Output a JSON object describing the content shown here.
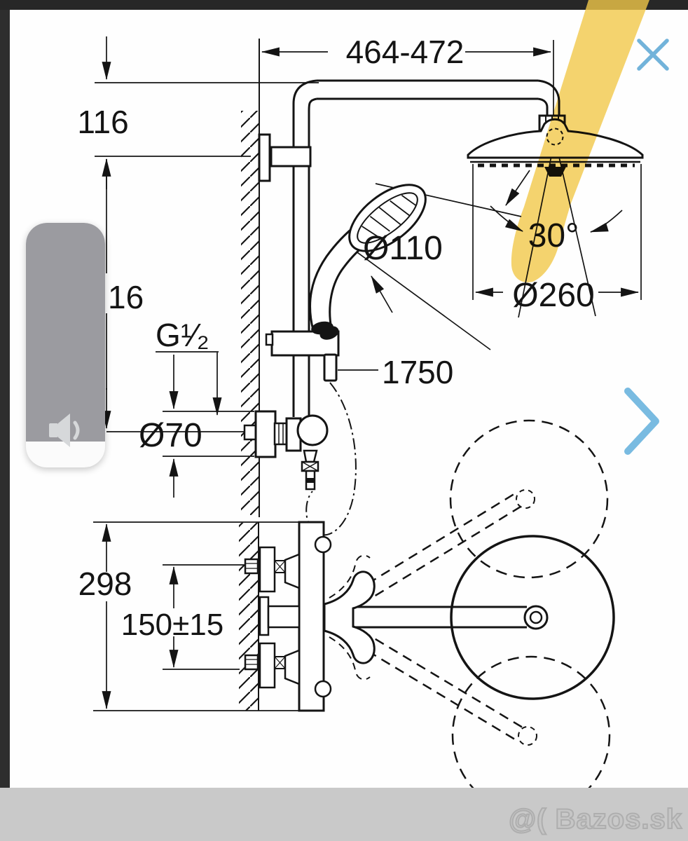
{
  "viewer": {
    "watermark": "@( Bazos.sk",
    "icons": {
      "close": "close-x-icon",
      "next": "chevron-right-icon",
      "volume": "speaker-icon"
    },
    "colors": {
      "accent_blue": "#74b5dc",
      "highlight_yellow": "#f2c84a",
      "frame_dark": "#2b2b2b",
      "footer_gray": "#c9c9c9",
      "volume_gray": "#9b9ba0"
    }
  },
  "dims": {
    "arm_reach": "464-472",
    "wall_drop": "116",
    "riser_height": "16",
    "thread": "G¹⁄₂",
    "hand_shower_diameter": "Ø110",
    "head_angle": "30°",
    "head_diameter": "Ø260",
    "hose_length": "1750",
    "rosette_diameter": "Ø70",
    "body_height": "298",
    "inlet_spacing": "150±15"
  }
}
